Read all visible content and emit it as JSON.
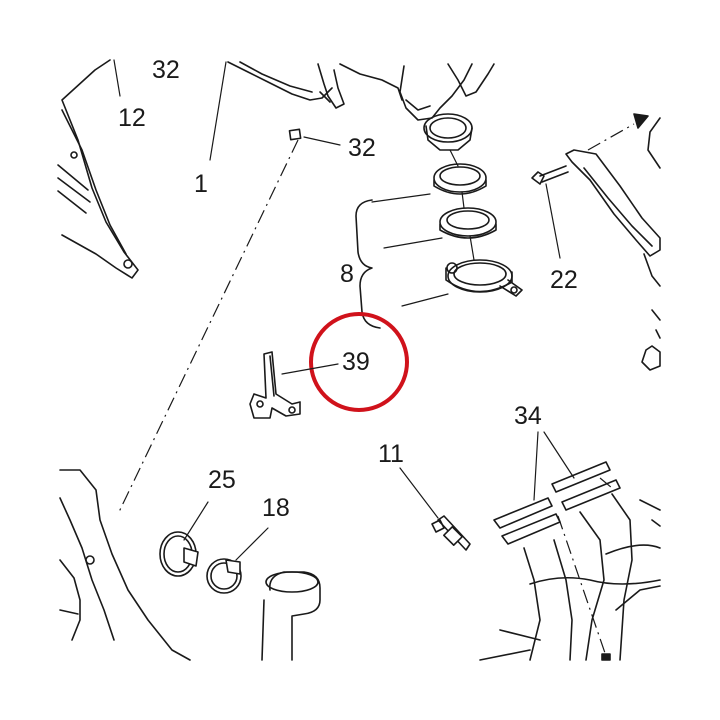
{
  "labels": {
    "p1": "1",
    "p8": "8",
    "p11": "11",
    "p12": "12",
    "p18": "18",
    "p22": "22",
    "p25": "25",
    "p32a": "32",
    "p32b": "32",
    "p34": "34",
    "p39": "39"
  },
  "highlight": {
    "part": "39",
    "color": "#d0121b"
  }
}
